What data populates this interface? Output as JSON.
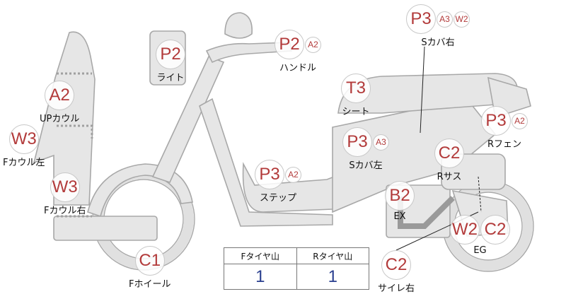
{
  "labels": [
    {
      "codes": [
        "P3",
        "A3",
        "W2"
      ],
      "name": "Sカバ右"
    },
    {
      "codes": [
        "P2",
        "A2"
      ],
      "name": "ハンドル"
    },
    {
      "codes": [
        "P2"
      ],
      "name": "ライト"
    },
    {
      "codes": [
        "T3"
      ],
      "name": "シート"
    },
    {
      "codes": [
        "A2"
      ],
      "name": "UPカウル"
    },
    {
      "codes": [
        "P3",
        "A2"
      ],
      "name": "Rフェン"
    },
    {
      "codes": [
        "W3"
      ],
      "name": "Fカウル左"
    },
    {
      "codes": [
        "P3",
        "A3"
      ],
      "name": "Sカバ左"
    },
    {
      "codes": [
        "C2"
      ],
      "name": "Rサス"
    },
    {
      "codes": [
        "P3",
        "A2"
      ],
      "name": "ステップ"
    },
    {
      "codes": [
        "W3"
      ],
      "name": "Fカウル右"
    },
    {
      "codes": [
        "B2"
      ],
      "name": "EX"
    },
    {
      "codes": [
        "W2",
        "C2"
      ],
      "name": "EG"
    },
    {
      "codes": [
        "C1"
      ],
      "name": "Fホイール"
    },
    {
      "codes": [
        "C2"
      ],
      "name": "サイレ右"
    }
  ],
  "tread_table": {
    "headers": [
      "Fタイヤ山",
      "Rタイヤ山"
    ],
    "values": [
      "1",
      "1"
    ]
  }
}
